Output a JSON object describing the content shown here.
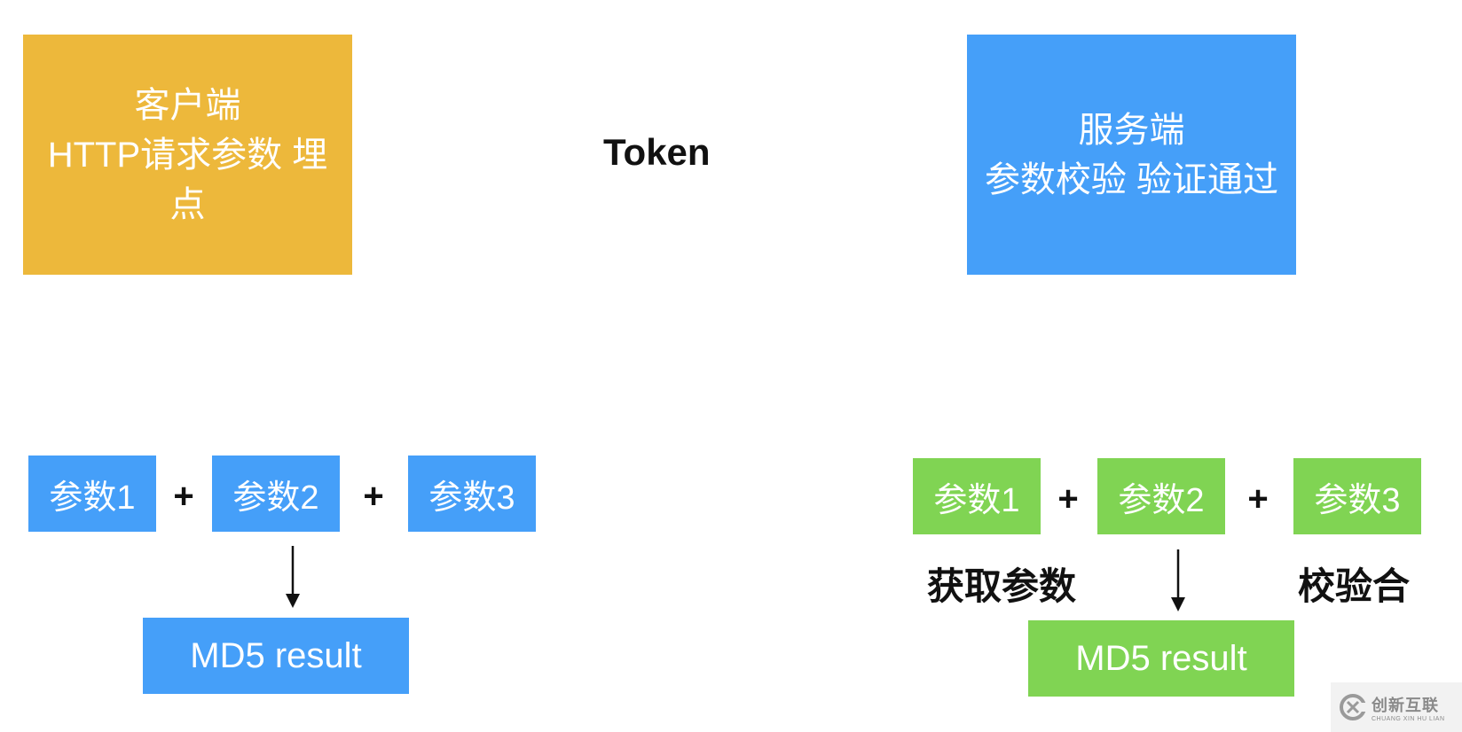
{
  "client_box": {
    "lines": [
      "客户端",
      "HTTP请求参数 埋",
      "点"
    ]
  },
  "token_label": "Token",
  "server_box": {
    "lines": [
      "服务端",
      "参数校验 验证通过"
    ]
  },
  "left_flow": {
    "params": [
      "参数1",
      "参数2",
      "参数3"
    ],
    "plus": [
      "+",
      "+"
    ],
    "result": "MD5 result"
  },
  "right_flow": {
    "params": [
      "参数1",
      "参数2",
      "参数3"
    ],
    "plus": [
      "+",
      "+"
    ],
    "result": "MD5 result",
    "label_left": "获取参数",
    "label_right": "校验合"
  },
  "watermark": {
    "main": "创新互联",
    "sub": "CHUANG XIN HU LIAN"
  },
  "colors": {
    "orange": "#EDB83B",
    "blue": "#459FF9",
    "green": "#80D453"
  }
}
